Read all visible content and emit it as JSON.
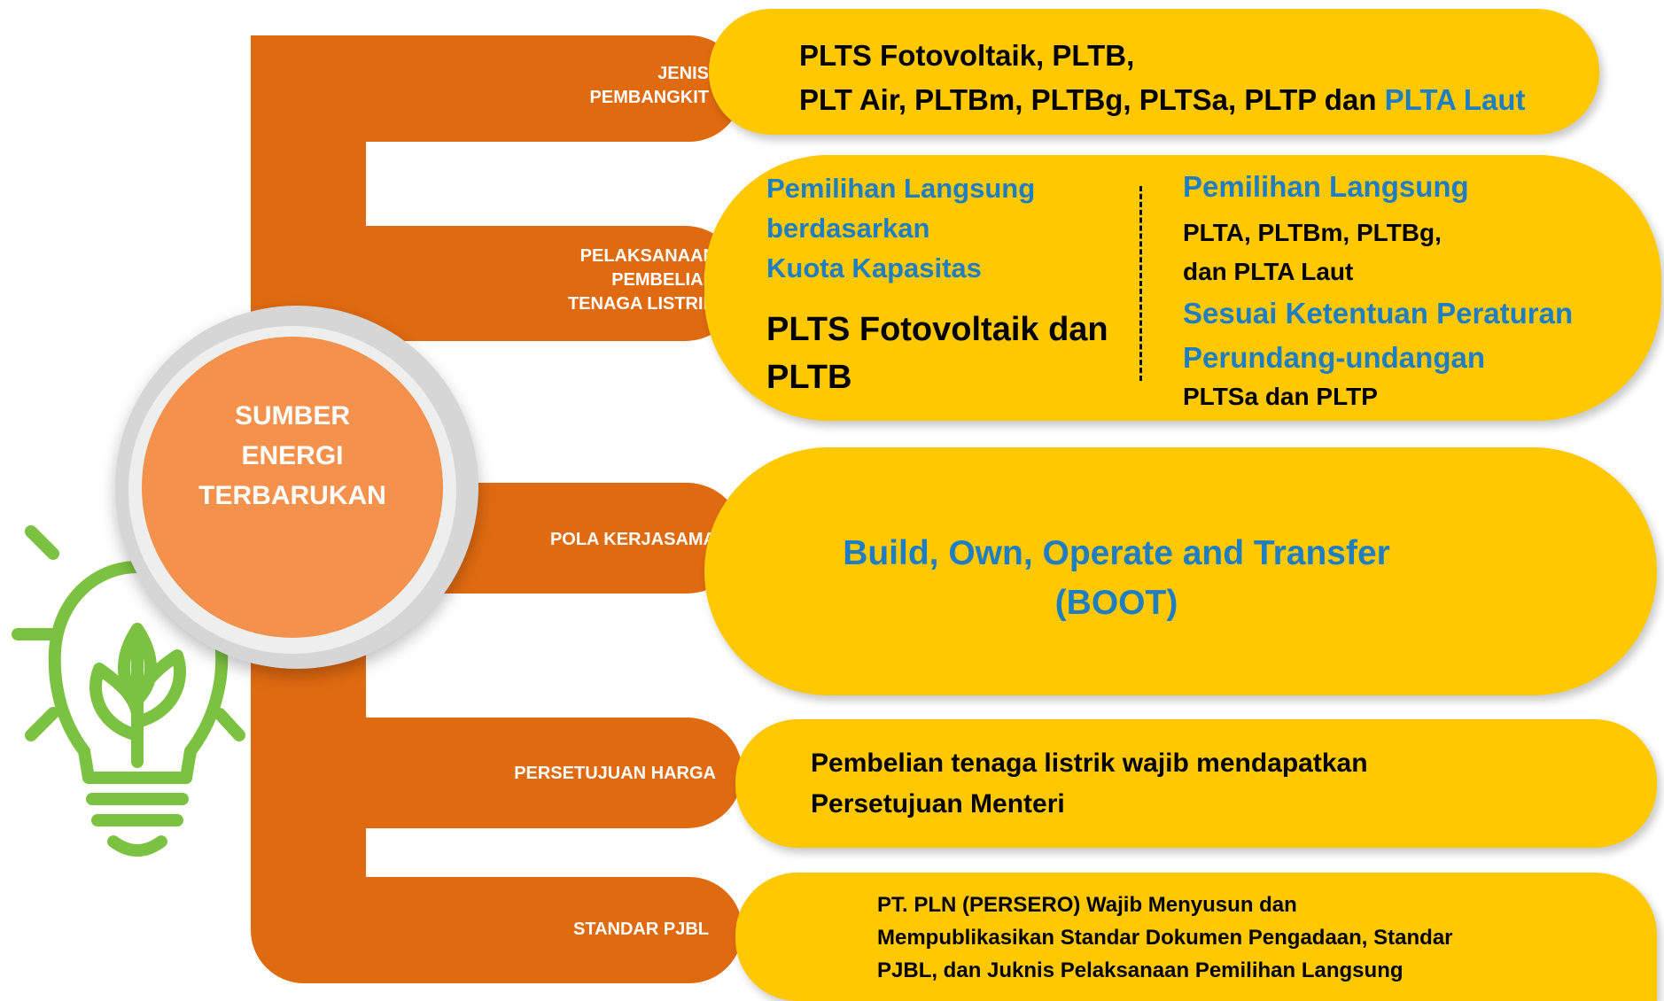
{
  "center": {
    "line1": "SUMBER",
    "line2": "ENERGI",
    "line3": "TERBARUKAN"
  },
  "icon": {
    "name": "lightbulb-leaf-icon",
    "color": "#7CC242"
  },
  "colors": {
    "spine": "#E06A10",
    "pill": "#FFC800",
    "accent_text": "#1F7EC1"
  },
  "rows": {
    "jenis": {
      "label_1": "JENIS",
      "label_2": "PEMBANGKIT",
      "text_1": "PLTS Fotovoltaik, PLTB,",
      "text_2_black": "PLT Air, PLTBm, PLTBg, PLTSa, PLTP dan",
      "text_2_blue": "PLTA Laut"
    },
    "pelaksanaan": {
      "label_1": "PELAKSANAAN",
      "label_2": "PEMBELIAN",
      "label_3": "TENAGA LISTRIK",
      "left_blue_1": "Pemilihan Langsung",
      "left_blue_2": "berdasarkan",
      "left_blue_3": "Kuota Kapasitas",
      "left_black_1": "PLTS Fotovoltaik dan",
      "left_black_2": "PLTB",
      "right_blue_title": "Pemilihan Langsung",
      "right_black_1": "PLTA, PLTBm, PLTBg,",
      "right_black_2": "dan  PLTA Laut",
      "right_blue_2": "Sesuai Ketentuan Peraturan",
      "right_blue_3": "Perundang-undangan",
      "right_black_3": "PLTSa dan PLTP"
    },
    "pola": {
      "label_1": "POLA KERJASAMA",
      "text_1": "Build, Own, Operate and Transfer",
      "text_2": "(BOOT)"
    },
    "persetujuan": {
      "label_1": "PERSETUJUAN HARGA",
      "text_1": "Pembelian tenaga listrik wajib mendapatkan",
      "text_2": "Persetujuan Menteri"
    },
    "standar": {
      "label_1": "STANDAR PJBL",
      "text_1": "PT. PLN (PERSERO) Wajib Menyusun dan",
      "text_2": "Mempublikasikan Standar Dokumen Pengadaan, Standar",
      "text_3": "PJBL, dan Juknis Pelaksanaan Pemilihan Langsung"
    }
  }
}
